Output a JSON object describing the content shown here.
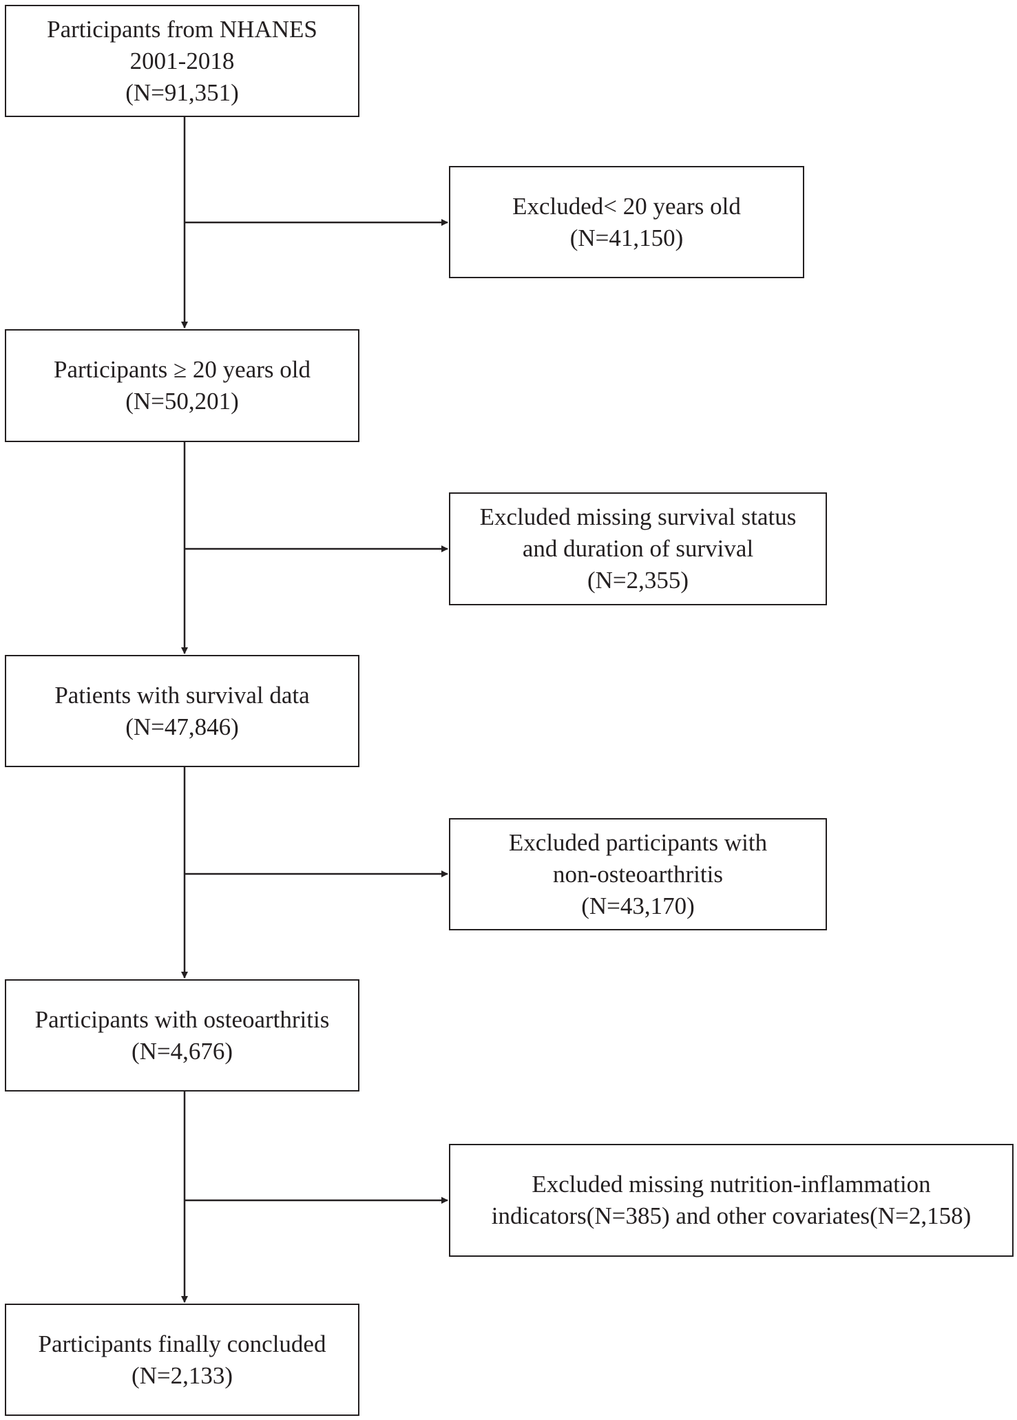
{
  "main_boxes": [
    {
      "lines": [
        "Participants from NHANES",
        "2001-2018",
        "(N=91,351)"
      ]
    },
    {
      "lines": [
        "Participants ≥ 20 years old",
        "(N=50,201)"
      ]
    },
    {
      "lines": [
        "Patients with survival data",
        "(N=47,846)"
      ]
    },
    {
      "lines": [
        "Participants with osteoarthritis",
        "(N=4,676)"
      ]
    },
    {
      "lines": [
        "Participants finally concluded",
        "(N=2,133)"
      ]
    }
  ],
  "exclusion_boxes": [
    {
      "lines": [
        "Excluded< 20 years old",
        "(N=41,150)"
      ]
    },
    {
      "lines": [
        "Excluded missing survival status",
        "and duration of survival",
        "(N=2,355)"
      ]
    },
    {
      "lines": [
        "Excluded participants with",
        "non-osteoarthritis",
        "(N=43,170)"
      ]
    },
    {
      "lines": [
        "Excluded missing nutrition-inflammation",
        "indicators(N=385) and other covariates(N=2,158)"
      ]
    }
  ],
  "colors": {
    "line": "#231f20",
    "background": "#ffffff"
  }
}
